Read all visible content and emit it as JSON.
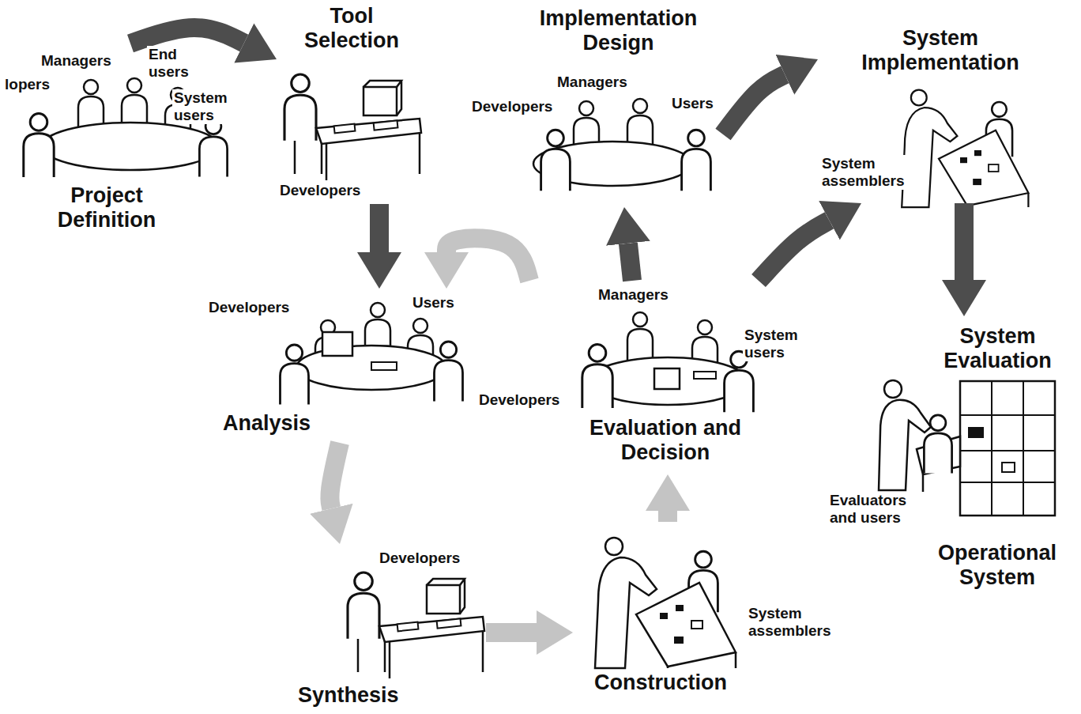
{
  "diagram": {
    "nodes": [
      {
        "text": [
          "Project Definition",
          "lopers",
          "Managers",
          "End users",
          "System users"
        ]
      },
      {
        "text": [
          "Tool Selection",
          "Developers"
        ]
      },
      {
        "text": [
          "Analysis",
          "Developers",
          "Users"
        ]
      },
      {
        "text": [
          "Synthesis",
          "Developers"
        ]
      },
      {
        "text": [
          "Construction",
          "System assemblers"
        ]
      },
      {
        "text": [
          "Evaluation and Decision",
          "Managers",
          "System users",
          "Developers"
        ]
      },
      {
        "text": [
          "Implementation Design",
          "Managers",
          "Developers",
          "Users"
        ]
      },
      {
        "text": [
          "System Implementation",
          "System assemblers"
        ]
      },
      {
        "text": [
          "System Evaluation",
          "Evaluators and users",
          "Operational System"
        ]
      }
    ],
    "edges": [
      {
        "from": 0,
        "to": 1,
        "arrow": "to"
      },
      {
        "from": 1,
        "to": 2,
        "arrow": "to"
      },
      {
        "from": 2,
        "to": 3,
        "arrow": "to"
      },
      {
        "from": 3,
        "to": 4,
        "arrow": "to"
      },
      {
        "from": 4,
        "to": 5,
        "arrow": "to"
      },
      {
        "from": 5,
        "to": 2,
        "arrow": "to"
      },
      {
        "from": 5,
        "to": 6,
        "arrow": "to"
      },
      {
        "from": 5,
        "to": 7,
        "arrow": "to"
      },
      {
        "from": 6,
        "to": 7,
        "arrow": "to"
      },
      {
        "from": 7,
        "to": 8,
        "arrow": "to"
      }
    ]
  }
}
